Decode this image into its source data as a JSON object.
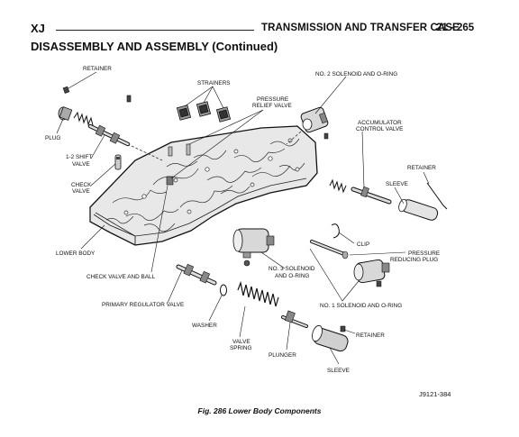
{
  "header": {
    "section_code": "XJ",
    "chapter": "TRANSMISSION AND TRANSFER CASE",
    "page": "21 - 265"
  },
  "section_title": "DISASSEMBLY AND ASSEMBLY (Continued)",
  "figure": {
    "labels": {
      "retainer_top": "RETAINER",
      "strainers": "STRAINERS",
      "pressure_relief_1": "PRESSURE",
      "pressure_relief_2": "RELIEF VALVE",
      "no2_solenoid": "NO. 2 SOLENOID AND O-RING",
      "accumulator_1": "ACCUMULATOR",
      "accumulator_2": "CONTROL VALVE",
      "plug": "PLUG",
      "shift_valve_1": "1-2 SHIFT",
      "shift_valve_2": "VALVE",
      "check_valve_1": "CHECK",
      "check_valve_2": "VALVE",
      "retainer_right": "RETAINER",
      "sleeve_right": "SLEEVE",
      "lower_body": "LOWER BODY",
      "clip": "CLIP",
      "pressure_reducing_1": "PRESSURE",
      "pressure_reducing_2": "REDUCING PLUG",
      "check_valve_ball": "CHECK VALVE AND BALL",
      "no3_solenoid_1": "NO. 3 SOLENOID",
      "no3_solenoid_2": "AND O-RING",
      "primary_regulator": "PRIMARY REGULATOR VALVE",
      "no1_solenoid": "NO. 1 SOLENOID AND O-RING",
      "washer": "WASHER",
      "valve_spring_1": "VALVE",
      "valve_spring_2": "SPRING",
      "retainer_bottom": "RETAINER",
      "plunger": "PLUNGER",
      "sleeve_bottom": "SLEEVE"
    },
    "reference": "J9121-384",
    "caption": "Fig. 286 Lower Body Components"
  }
}
